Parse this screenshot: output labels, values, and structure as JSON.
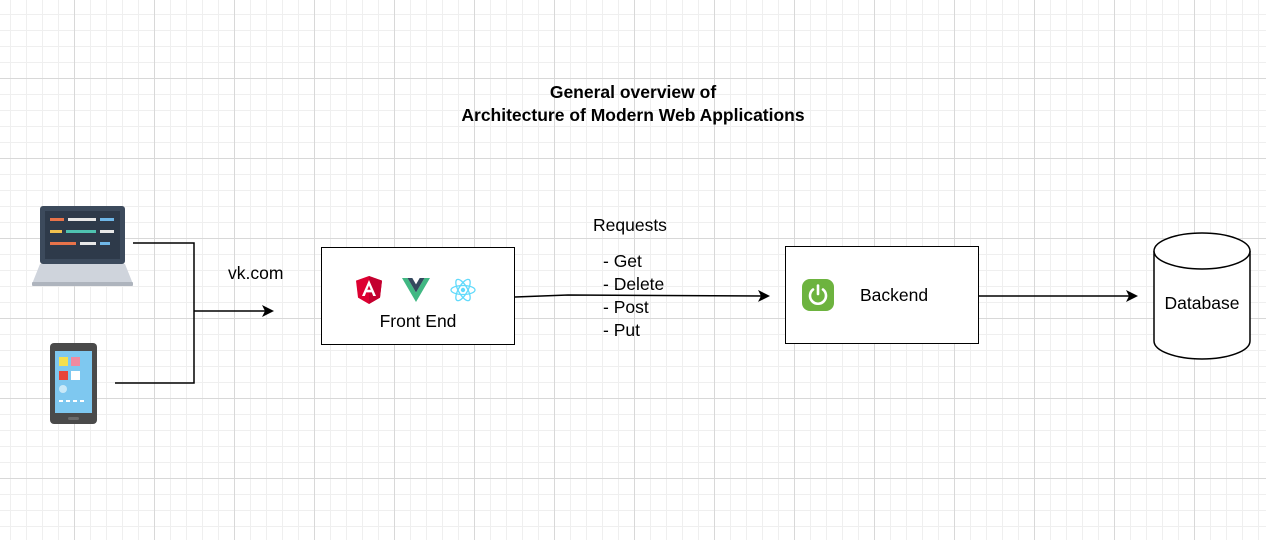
{
  "diagram": {
    "title_line1": "General overview of",
    "title_line2": "Architecture of Modern Web Applications",
    "client_label": "vk.com",
    "frontend": {
      "label": "Front End",
      "icons": [
        "angular-icon",
        "vue-icon",
        "react-icon"
      ]
    },
    "requests": {
      "heading": "Requests",
      "items": [
        "- Get",
        "- Delete",
        "- Post",
        "- Put"
      ]
    },
    "backend": {
      "label": "Backend",
      "icon": "spring-icon"
    },
    "database": {
      "label": "Database"
    },
    "colors": {
      "angular": "#dd0031",
      "vue_green": "#41b883",
      "vue_dark": "#34495e",
      "react": "#61dafb",
      "spring": "#6db33f",
      "laptop_screen": "#3c4a5c",
      "laptop_base": "#cfd4dc",
      "phone_body": "#4a4a4a",
      "phone_screen": "#7ec8f0"
    }
  }
}
